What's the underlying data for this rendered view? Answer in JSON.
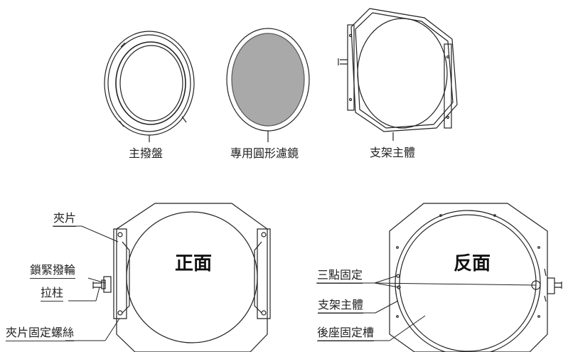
{
  "top_parts": {
    "main_dial": "主撥盤",
    "round_filter": "專用圓形濾鏡",
    "holder_body": "支架主體"
  },
  "front_view": {
    "title": "正面",
    "labels": {
      "clip": "夾片",
      "lock_dial": "鎖緊撥輪",
      "pull_post": "拉柱",
      "clip_screw": "夾片固定螺絲"
    }
  },
  "back_view": {
    "title": "反面",
    "labels": {
      "three_point": "三點固定",
      "holder_body": "支架主體",
      "rear_slot": "後座固定槽"
    }
  },
  "colors": {
    "line": "#222222",
    "filter_fill": "#a9a9a9"
  }
}
